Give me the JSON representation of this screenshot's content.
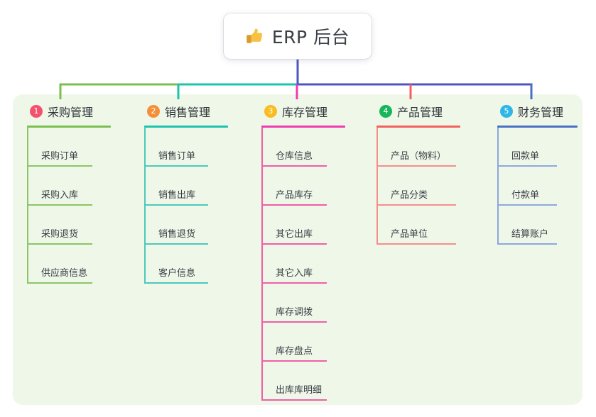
{
  "title": {
    "icon": "thumbs-up-icon",
    "text": "ERP 后台",
    "icon_color": "#f5c342"
  },
  "palette": {
    "panel_bg": "#eff7e9",
    "page_bg": "#ffffff",
    "trunk": "#4f54c4",
    "text": "#3a3e44"
  },
  "columns": [
    {
      "number": "1",
      "badge_color": "#f4516c",
      "label": "采购管理",
      "rule_color": "#7bbf4f",
      "leaf_color": "#8cc566",
      "leaf_width": 92,
      "head_rule_width": 118,
      "items": [
        {
          "label": "采购订单"
        },
        {
          "label": "采购入库"
        },
        {
          "label": "采购退货"
        },
        {
          "label": "供应商信息"
        }
      ]
    },
    {
      "number": "2",
      "badge_color": "#f5903a",
      "label": "销售管理",
      "rule_color": "#1cc4ae",
      "leaf_color": "#4cc9bb",
      "leaf_width": 90,
      "head_rule_width": 118,
      "items": [
        {
          "label": "销售订单"
        },
        {
          "label": "销售出库"
        },
        {
          "label": "销售退货"
        },
        {
          "label": "客户信息"
        }
      ]
    },
    {
      "number": "3",
      "badge_color": "#fbbc20",
      "label": "库存管理",
      "rule_color": "#ef3bae",
      "leaf_color": "#ef5fa8",
      "leaf_width": 92,
      "head_rule_width": 118,
      "items": [
        {
          "label": "仓库信息"
        },
        {
          "label": "产品库存"
        },
        {
          "label": "其它出库"
        },
        {
          "label": "其它入库"
        },
        {
          "label": "库存调拨"
        },
        {
          "label": "库存盘点"
        },
        {
          "label": "出库库明细"
        }
      ]
    },
    {
      "number": "4",
      "badge_color": "#19b55a",
      "label": "产品管理",
      "rule_color": "#f4605c",
      "leaf_color": "#f58f8c",
      "leaf_width": 112,
      "head_rule_width": 118,
      "items": [
        {
          "label": "产品（物料）"
        },
        {
          "label": "产品分类"
        },
        {
          "label": "产品单位"
        }
      ]
    },
    {
      "number": "5",
      "badge_color": "#2eb6e8",
      "label": "财务管理",
      "rule_color": "#4a6fc4",
      "leaf_color": "#8fa7dd",
      "leaf_width": 84,
      "head_rule_width": 113,
      "items": [
        {
          "label": "回款单"
        },
        {
          "label": "付款单"
        },
        {
          "label": "结算账户"
        }
      ]
    }
  ],
  "connectors": {
    "trunk_color": "#4f54c4",
    "bus_left_color": "#7bbf4f",
    "bus_mid_color": "#1cc4ae",
    "bus_right_color": "#4f54c4",
    "drop_colors": [
      "#7bbf4f",
      "#1cc4ae",
      "#ef3bae",
      "#f4605c",
      "#4a6fc4"
    ]
  }
}
